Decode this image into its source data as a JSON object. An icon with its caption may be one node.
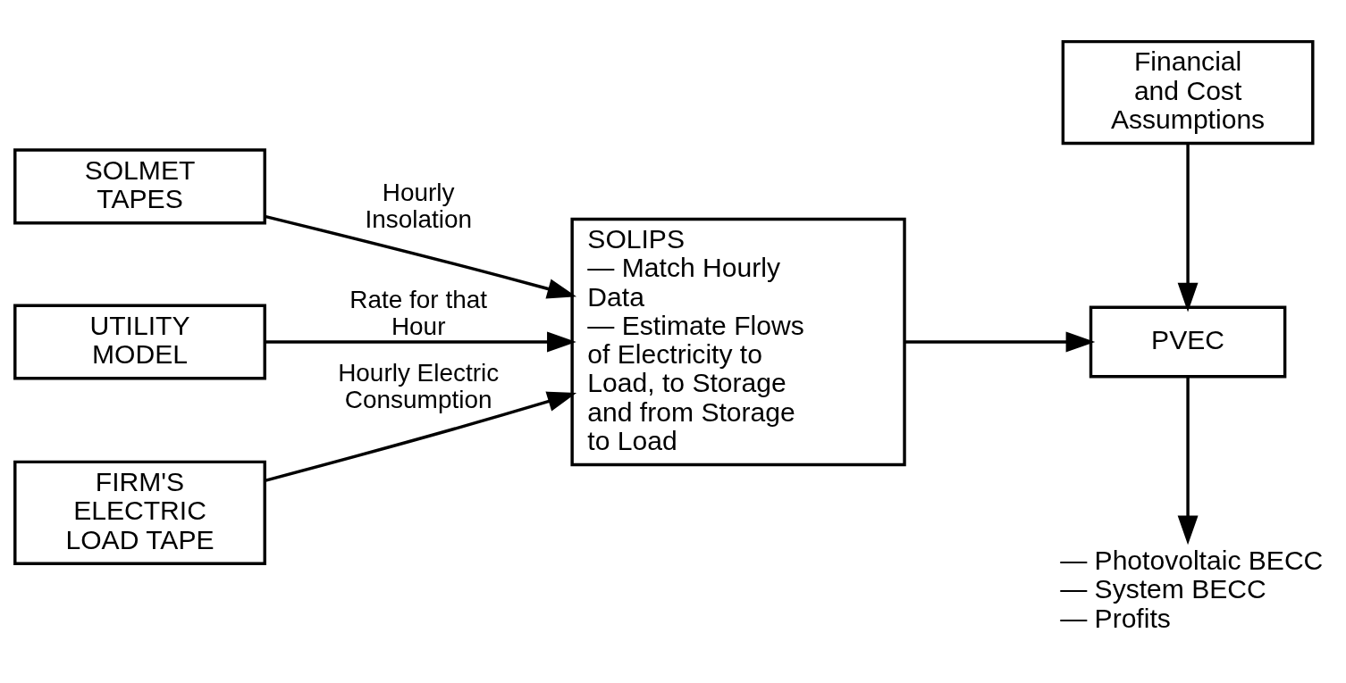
{
  "diagram": {
    "nodes": [
      {
        "text": [
          "SOLMET TAPES"
        ]
      },
      {
        "text": [
          "UTILITY MODEL"
        ]
      },
      {
        "text": [
          "FIRM'S ELECTRIC LOAD TAPE"
        ]
      },
      {
        "text": [
          "SOLIPS",
          "— Match Hourly Data",
          "— Estimate Flows of Electricity to Load, to Storage and from Storage to Load"
        ]
      },
      {
        "text": [
          "Financial and Cost Assumptions"
        ]
      },
      {
        "text": [
          "PVEC"
        ]
      },
      {
        "text": [
          "— Photovoltaic BECC",
          "— System BECC",
          "— Profits"
        ]
      }
    ],
    "edges": [
      {
        "from": 0,
        "to": 3,
        "arrow": "to",
        "label": "Hourly Insolation"
      },
      {
        "from": 1,
        "to": 3,
        "arrow": "to",
        "label": "Rate for that Hour"
      },
      {
        "from": 2,
        "to": 3,
        "arrow": "to",
        "label": "Hourly Electric Consumption"
      },
      {
        "from": 3,
        "to": 5,
        "arrow": "to"
      },
      {
        "from": 4,
        "to": 5,
        "arrow": "to"
      },
      {
        "from": 5,
        "to": 6,
        "arrow": "to"
      }
    ]
  }
}
